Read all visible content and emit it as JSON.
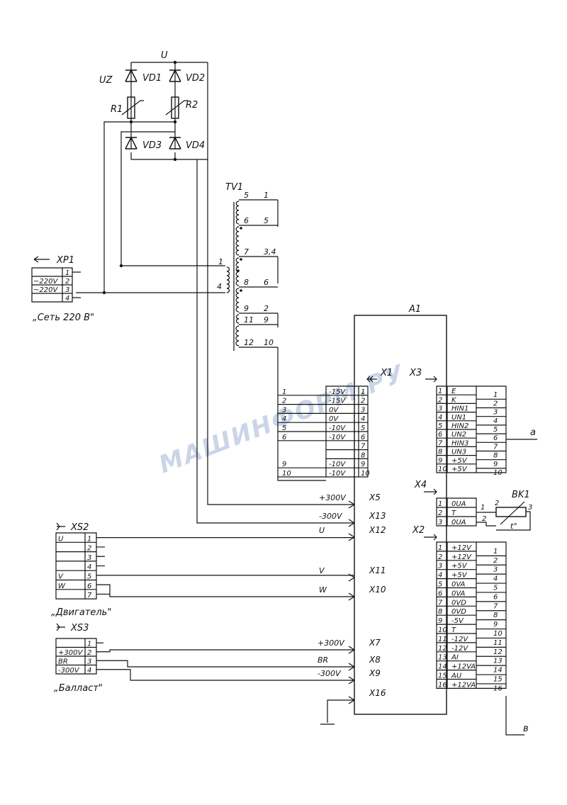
{
  "labels": {
    "u_top": "U",
    "uz": "UZ",
    "vd1": "VD1",
    "vd2": "VD2",
    "vd3": "VD3",
    "vd4": "VD4",
    "r1": "R1",
    "r2": "R2",
    "tv1": "TV1",
    "xp1": "XP1",
    "xp1_caption": "„Сеть 220 В\"",
    "a1": "A1",
    "x1": "X1",
    "x3": "X3",
    "x4": "X4",
    "x2": "X2",
    "bk1": "BK1",
    "xs2": "XS2",
    "xs2_caption": "„Двигатель\"",
    "xs3": "XS3",
    "xs3_caption": "„Балласт\"",
    "wire_a": "a",
    "wire_b": "в",
    "watermark": "МАШИНФОРМ.РУ"
  },
  "xp1_pins": [
    {
      "sig": "",
      "pin": "1"
    },
    {
      "sig": "~220V",
      "pin": "2"
    },
    {
      "sig": "~220V",
      "pin": "3"
    },
    {
      "sig": "",
      "pin": "4"
    }
  ],
  "transformer": {
    "primary": [
      "1",
      "4"
    ],
    "secondary": [
      {
        "left": "5",
        "right": "1"
      },
      {
        "left": "6",
        "right": "5"
      },
      {
        "left": "7",
        "right": "3,4"
      },
      {
        "left": "8",
        "right": "6"
      },
      {
        "left": "9",
        "right": "2"
      },
      {
        "left": "11",
        "right": "9"
      },
      {
        "left": "12",
        "right": "10"
      }
    ]
  },
  "x1_pins": [
    {
      "wire": "1",
      "sig": "-15V",
      "pin": "1"
    },
    {
      "wire": "2",
      "sig": "-15V",
      "pin": "2"
    },
    {
      "wire": "3",
      "sig": "0V",
      "pin": "3"
    },
    {
      "wire": "4",
      "sig": "0V",
      "pin": "4"
    },
    {
      "wire": "5",
      "sig": "-10V",
      "pin": "5"
    },
    {
      "wire": "6",
      "sig": "-10V",
      "pin": "6"
    },
    {
      "wire": "",
      "sig": "",
      "pin": "7"
    },
    {
      "wire": "",
      "sig": "",
      "pin": "8"
    },
    {
      "wire": "9",
      "sig": "-10V",
      "pin": "9"
    },
    {
      "wire": "10",
      "sig": "-10V",
      "pin": "10"
    }
  ],
  "x3_pins": [
    {
      "pin": "1",
      "sig": "E",
      "out": "1"
    },
    {
      "pin": "2",
      "sig": "K",
      "out": "2"
    },
    {
      "pin": "3",
      "sig": "HIN1",
      "out": "3"
    },
    {
      "pin": "4",
      "sig": "UN1",
      "out": "4"
    },
    {
      "pin": "5",
      "sig": "HIN2",
      "out": "5"
    },
    {
      "pin": "6",
      "sig": "UN2",
      "out": "6"
    },
    {
      "pin": "7",
      "sig": "HIN3",
      "out": "7"
    },
    {
      "pin": "8",
      "sig": "UN3",
      "out": "8"
    },
    {
      "pin": "9",
      "sig": "+5V",
      "out": "9"
    },
    {
      "pin": "10",
      "sig": "+5V",
      "out": "10"
    }
  ],
  "x4_pins": [
    {
      "pin": "1",
      "sig": "0UA"
    },
    {
      "pin": "2",
      "sig": "T"
    },
    {
      "pin": "3",
      "sig": "0UA"
    }
  ],
  "bk1_pins": [
    "1",
    "2",
    "3",
    "2"
  ],
  "bk1_symbol": "t°",
  "x2_pins": [
    {
      "pin": "1",
      "sig": "+12V",
      "out": "1"
    },
    {
      "pin": "2",
      "sig": "+12V",
      "out": "2"
    },
    {
      "pin": "3",
      "sig": "+5V",
      "out": "3"
    },
    {
      "pin": "4",
      "sig": "+5V",
      "out": "4"
    },
    {
      "pin": "5",
      "sig": "0VA",
      "out": "5"
    },
    {
      "pin": "6",
      "sig": "0VA",
      "out": "6"
    },
    {
      "pin": "7",
      "sig": "0VD",
      "out": "7"
    },
    {
      "pin": "8",
      "sig": "0VD",
      "out": "8"
    },
    {
      "pin": "9",
      "sig": "-5V",
      "out": "9"
    },
    {
      "pin": "10",
      "sig": "T",
      "out": "10"
    },
    {
      "pin": "11",
      "sig": "-12V",
      "out": "11"
    },
    {
      "pin": "12",
      "sig": "-12V",
      "out": "12"
    },
    {
      "pin": "13",
      "sig": "AI",
      "out": "13"
    },
    {
      "pin": "14",
      "sig": "+12VA",
      "out": "14"
    },
    {
      "pin": "15",
      "sig": "AU",
      "out": "15"
    },
    {
      "pin": "16",
      "sig": "+12VA",
      "out": "16"
    }
  ],
  "xs2_pins": [
    {
      "sig": "U",
      "pin": "1"
    },
    {
      "sig": "",
      "pin": "2"
    },
    {
      "sig": "",
      "pin": "3"
    },
    {
      "sig": "",
      "pin": "4"
    },
    {
      "sig": "V",
      "pin": "5"
    },
    {
      "sig": "W",
      "pin": "6"
    },
    {
      "sig": "",
      "pin": "7"
    }
  ],
  "xs3_pins": [
    {
      "sig": "",
      "pin": "1"
    },
    {
      "sig": "+300V",
      "pin": "2"
    },
    {
      "sig": "BR",
      "pin": "3"
    },
    {
      "sig": "-300V",
      "pin": "4"
    }
  ],
  "a1_inputs": [
    {
      "wire": "+300V",
      "conn": "X5"
    },
    {
      "wire": "-300V",
      "conn": "X13"
    },
    {
      "wire": "U",
      "conn": "X12"
    },
    {
      "wire": "V",
      "conn": "X11"
    },
    {
      "wire": "W",
      "conn": "X10"
    },
    {
      "wire": "+300V",
      "conn": "X7"
    },
    {
      "wire": "BR",
      "conn": "X8"
    },
    {
      "wire": "-300V",
      "conn": "X9"
    },
    {
      "wire": "",
      "conn": "X16"
    }
  ]
}
